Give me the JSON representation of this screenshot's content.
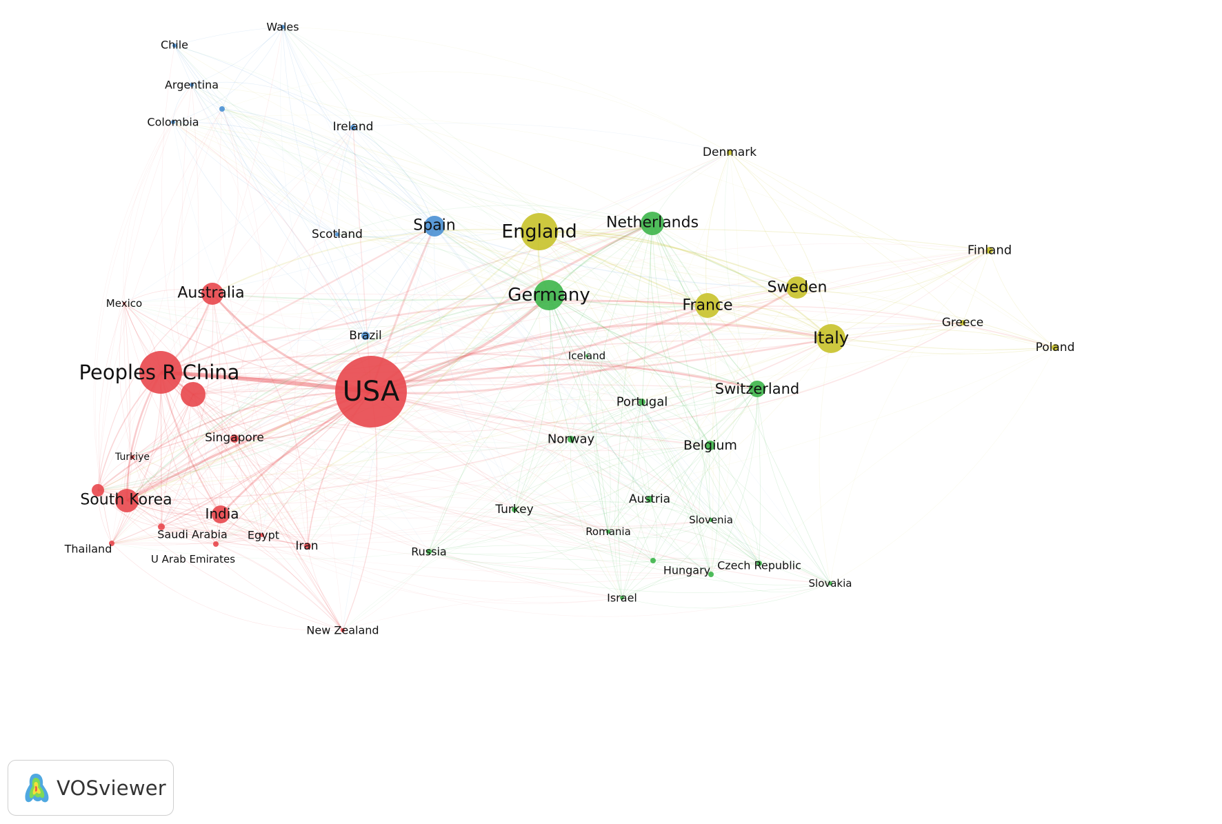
{
  "chart_data": {
    "type": "network",
    "clusters": {
      "red": "#e8474c",
      "green": "#3db54a",
      "blue": "#4a90d4",
      "yellow": "#c8c22a"
    },
    "nodes": [
      {
        "id": "usa",
        "label": "USA",
        "cluster": "red",
        "weight": 100
      },
      {
        "id": "china",
        "label": "Peoples R China",
        "cluster": "red",
        "weight": 55
      },
      {
        "id": "china2",
        "label": "",
        "cluster": "red",
        "weight": 16
      },
      {
        "id": "australia",
        "label": "Australia",
        "cluster": "red",
        "weight": 14
      },
      {
        "id": "southkorea",
        "label": "South Korea",
        "cluster": "red",
        "weight": 16
      },
      {
        "id": "india",
        "label": "India",
        "cluster": "red",
        "weight": 10
      },
      {
        "id": "singapore",
        "label": "Singapore",
        "cluster": "red",
        "weight": 4
      },
      {
        "id": "turkiye",
        "label": "Turkiye",
        "cluster": "red",
        "weight": 2
      },
      {
        "id": "mexico",
        "label": "Mexico",
        "cluster": "red",
        "weight": 1
      },
      {
        "id": "thailand",
        "label": "Thailand",
        "cluster": "red",
        "weight": 1
      },
      {
        "id": "saudi",
        "label": "Saudi Arabia",
        "cluster": "red",
        "weight": 2
      },
      {
        "id": "uae",
        "label": "U Arab Emirates",
        "cluster": "red",
        "weight": 1
      },
      {
        "id": "egypt",
        "label": "Egypt",
        "cluster": "red",
        "weight": 1
      },
      {
        "id": "iran",
        "label": "Iran",
        "cluster": "red",
        "weight": 3
      },
      {
        "id": "newzealand",
        "label": "New Zealand",
        "cluster": "red",
        "weight": 1
      },
      {
        "id": "pakistan",
        "label": "",
        "cluster": "red",
        "weight": 5
      },
      {
        "id": "spain",
        "label": "Spain",
        "cluster": "blue",
        "weight": 12
      },
      {
        "id": "scotland",
        "label": "Scotland",
        "cluster": "blue",
        "weight": 2
      },
      {
        "id": "ireland",
        "label": "Ireland",
        "cluster": "blue",
        "weight": 2
      },
      {
        "id": "brazil",
        "label": "Brazil",
        "cluster": "blue",
        "weight": 2
      },
      {
        "id": "wales",
        "label": "Wales",
        "cluster": "blue",
        "weight": 1
      },
      {
        "id": "chile",
        "label": "Chile",
        "cluster": "blue",
        "weight": 1
      },
      {
        "id": "argentina",
        "label": "Argentina",
        "cluster": "blue",
        "weight": 1
      },
      {
        "id": "colombia",
        "label": "Colombia",
        "cluster": "blue",
        "weight": 1
      },
      {
        "id": "bluesmall",
        "label": "",
        "cluster": "blue",
        "weight": 1
      },
      {
        "id": "england",
        "label": "England",
        "cluster": "yellow",
        "weight": 32
      },
      {
        "id": "france",
        "label": "France",
        "cluster": "yellow",
        "weight": 14
      },
      {
        "id": "sweden",
        "label": "Sweden",
        "cluster": "yellow",
        "weight": 12
      },
      {
        "id": "italy",
        "label": "Italy",
        "cluster": "yellow",
        "weight": 16
      },
      {
        "id": "denmark",
        "label": "Denmark",
        "cluster": "yellow",
        "weight": 2
      },
      {
        "id": "finland",
        "label": "Finland",
        "cluster": "yellow",
        "weight": 2
      },
      {
        "id": "greece",
        "label": "Greece",
        "cluster": "yellow",
        "weight": 2
      },
      {
        "id": "poland",
        "label": "Poland",
        "cluster": "yellow",
        "weight": 2
      },
      {
        "id": "germany",
        "label": "Germany",
        "cluster": "green",
        "weight": 24
      },
      {
        "id": "netherlands",
        "label": "Netherlands",
        "cluster": "green",
        "weight": 15
      },
      {
        "id": "switzerland",
        "label": "Switzerland",
        "cluster": "green",
        "weight": 8
      },
      {
        "id": "belgium",
        "label": "Belgium",
        "cluster": "green",
        "weight": 3
      },
      {
        "id": "portugal",
        "label": "Portugal",
        "cluster": "green",
        "weight": 2
      },
      {
        "id": "norway",
        "label": "Norway",
        "cluster": "green",
        "weight": 2
      },
      {
        "id": "iceland",
        "label": "Iceland",
        "cluster": "green",
        "weight": 1
      },
      {
        "id": "austria",
        "label": "Austria",
        "cluster": "green",
        "weight": 2
      },
      {
        "id": "turkey",
        "label": "Turkey",
        "cluster": "green",
        "weight": 1
      },
      {
        "id": "russia",
        "label": "Russia",
        "cluster": "green",
        "weight": 1
      },
      {
        "id": "romania",
        "label": "Romania",
        "cluster": "green",
        "weight": 1
      },
      {
        "id": "slovenia",
        "label": "Slovenia",
        "cluster": "green",
        "weight": 1
      },
      {
        "id": "hungary",
        "label": "Hungary",
        "cluster": "green",
        "weight": 1
      },
      {
        "id": "czech",
        "label": "Czech Republic",
        "cluster": "green",
        "weight": 1
      },
      {
        "id": "israel",
        "label": "Israel",
        "cluster": "green",
        "weight": 1
      },
      {
        "id": "slovakia",
        "label": "Slovakia",
        "cluster": "green",
        "weight": 1
      },
      {
        "id": "greensmall",
        "label": "",
        "cluster": "green",
        "weight": 1
      }
    ]
  },
  "logo": {
    "text": "VOSviewer",
    "icon": "vosviewer-logo-icon"
  }
}
